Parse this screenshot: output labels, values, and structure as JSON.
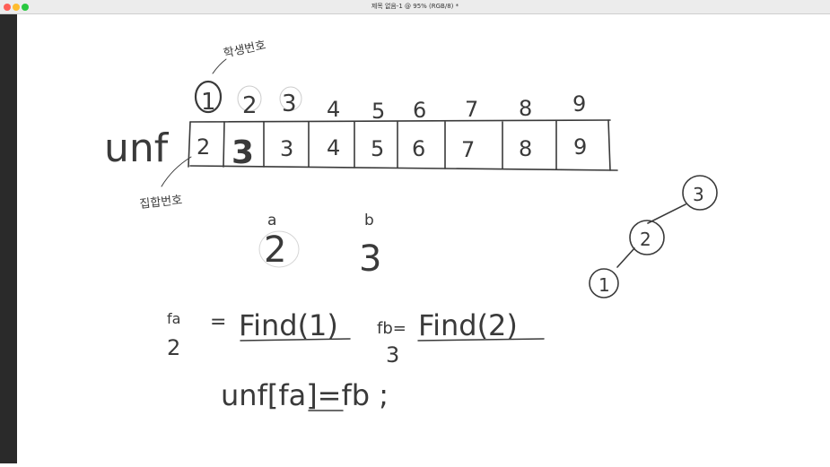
{
  "window": {
    "title": "제목 없음-1 @ 95% (RGB/8) *",
    "accent": {
      "close": "#ff5f57",
      "minimize": "#febc2e",
      "zoom": "#28c840"
    }
  },
  "canvas": {
    "ink_color": "#3a3a3a",
    "array_name": "unf",
    "annotation_index": "학생번호",
    "annotation_value": "집합번호",
    "indices": [
      "1",
      "2",
      "3",
      "4",
      "5",
      "6",
      "7",
      "8",
      "9"
    ],
    "values": [
      "2",
      "3",
      "3",
      "4",
      "5",
      "6",
      "7",
      "8",
      "9"
    ],
    "var_a_label": "a",
    "var_a_value": "2",
    "var_b_label": "b",
    "var_b_value": "3",
    "tree_nodes": [
      "3",
      "2",
      "1"
    ],
    "line1_fa": "fa",
    "line1_eq": "=",
    "line1_find": "Find(1)",
    "line1_fa_result": "2",
    "line1_fb": "fb=",
    "line1_find2": "Find(2)",
    "line1_fb_result": "3",
    "line2": "unf[fa]=fb ;"
  }
}
